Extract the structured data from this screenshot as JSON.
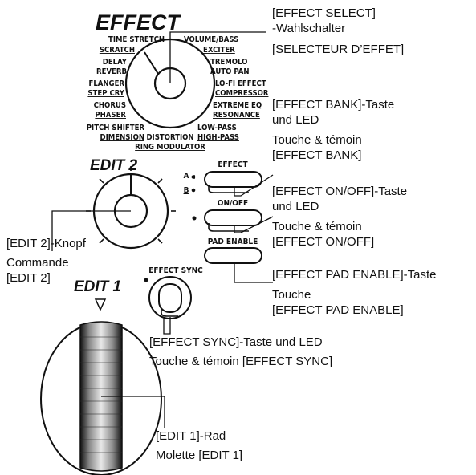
{
  "effect_title": "EFFECT",
  "edit2_title": "EDIT 2",
  "edit1_title": "EDIT 1",
  "selector_labels": {
    "time_stretch": "TIME STRETCH",
    "scratch": "SCRATCH",
    "delay": "DELAY",
    "reverb": "REVERB",
    "flanger": "FLANGER",
    "step_cry": "STEP CRY",
    "chorus": "CHORUS",
    "phaser": "PHASER",
    "pitch_shifter": "PITCH SHIFTER",
    "dimension": "DIMENSION",
    "distortion": "DISTORTION",
    "ring_modulator": "RING MODULATOR",
    "volume_bass": "VOLUME/BASS",
    "exciter": "EXCITER",
    "tremolo": "TREMOLO",
    "auto_pan": "AUTO PAN",
    "lofi_effect": "LO-FI EFFECT",
    "compressor": "COMPRESSOR",
    "extreme_eq": "EXTREME EQ",
    "resonance": "RESONANCE",
    "low_pass": "LOW-PASS",
    "high_pass": "HIGH-PASS"
  },
  "buttons": {
    "effect_label": "EFFECT",
    "bank_a": "A",
    "bank_b": "B",
    "onoff_label": "ON/OFF",
    "pad_enable_label": "PAD ENABLE",
    "effect_sync_label": "EFFECT SYNC"
  },
  "callouts": {
    "effect_select": [
      "[EFFECT SELECT]",
      "-Wahlschalter"
    ],
    "effect_select_fr": "[SELECTEUR D’EFFET]",
    "effect_bank": [
      "[EFFECT BANK]-Taste",
      "und LED"
    ],
    "effect_bank_fr": [
      "Touche & témoin",
      "[EFFECT BANK]"
    ],
    "effect_onoff": [
      "[EFFECT ON/OFF]-Taste",
      "und LED"
    ],
    "effect_onoff_fr": [
      "Touche & témoin",
      "[EFFECT ON/OFF]"
    ],
    "pad_enable": "[EFFECT PAD ENABLE]-Taste",
    "pad_enable_fr": [
      "Touche",
      "[EFFECT PAD ENABLE]"
    ],
    "edit2": [
      "[EDIT 2]-Knopf"
    ],
    "edit2_fr": [
      "Commande",
      "[EDIT 2]"
    ],
    "effect_sync": "[EFFECT SYNC]-Taste und LED",
    "effect_sync_fr": "Touche & témoin [EFFECT SYNC]",
    "edit1": "[EDIT 1]-Rad",
    "edit1_fr": "Molette [EDIT 1]"
  }
}
